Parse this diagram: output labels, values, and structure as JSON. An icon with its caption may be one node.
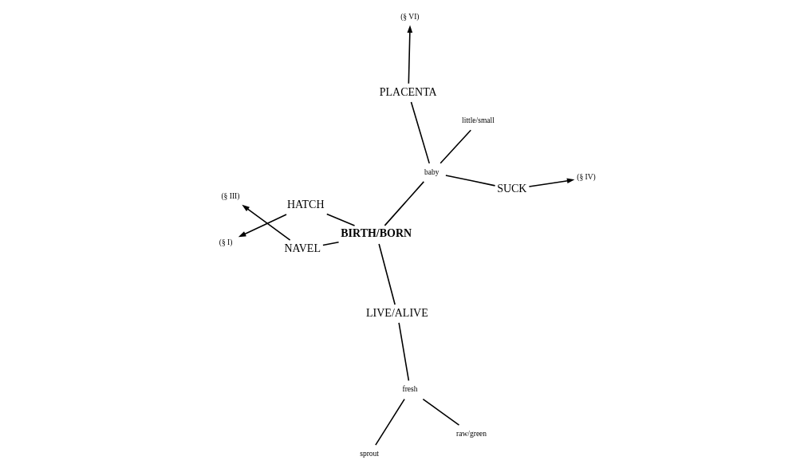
{
  "diagram": {
    "nodes": [
      {
        "text": [
          "(§ I)"
        ]
      },
      {
        "text": [
          "raw/green"
        ]
      },
      {
        "text": [
          "sprout"
        ]
      },
      {
        "text": [
          "(§ III)"
        ]
      },
      {
        "text": [
          "HATCH"
        ]
      },
      {
        "text": [
          "fresh"
        ]
      },
      {
        "text": [
          "NAVEL"
        ]
      },
      {
        "text": [
          "LIVE/ALIVE"
        ]
      },
      {
        "text": [
          "BIRTH/BORN"
        ]
      },
      {
        "text": [
          "SUCK"
        ]
      },
      {
        "text": [
          "baby"
        ]
      },
      {
        "text": [
          "PLACENTA"
        ]
      },
      {
        "text": [
          "(§ IV)"
        ]
      },
      {
        "text": [
          "(§ VI)"
        ]
      },
      {
        "text": [
          "little/small"
        ]
      }
    ],
    "edges": [
      {
        "from": 8,
        "to": 4,
        "arrow": "none"
      },
      {
        "from": 4,
        "to": 0,
        "arrow": "to"
      },
      {
        "from": 8,
        "to": 6,
        "arrow": "none"
      },
      {
        "from": 6,
        "to": 3,
        "arrow": "to"
      },
      {
        "from": 8,
        "to": 7,
        "arrow": "none"
      },
      {
        "from": 7,
        "to": 5,
        "arrow": "none"
      },
      {
        "from": 5,
        "to": 1,
        "arrow": "none"
      },
      {
        "from": 5,
        "to": 2,
        "arrow": "none"
      },
      {
        "from": 8,
        "to": 10,
        "arrow": "none"
      },
      {
        "from": 10,
        "to": 9,
        "arrow": "none"
      },
      {
        "from": 10,
        "to": 11,
        "arrow": "none"
      },
      {
        "from": 10,
        "to": 14,
        "arrow": "none"
      },
      {
        "from": 9,
        "to": 12,
        "arrow": "to"
      },
      {
        "from": 11,
        "to": 13,
        "arrow": "to"
      }
    ]
  }
}
